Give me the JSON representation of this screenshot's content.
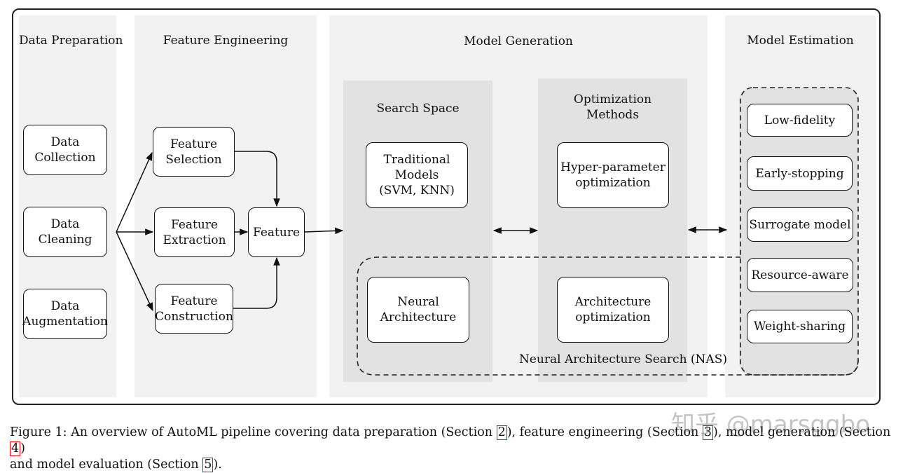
{
  "columns": {
    "data_preparation": "Data Preparation",
    "feature_engineering": "Feature Engineering",
    "model_generation": "Model Generation",
    "model_estimation": "Model Estimation"
  },
  "subpanels": {
    "search_space": "Search Space",
    "optimization_methods": "Optimization\nMethods"
  },
  "nodes": {
    "data_collection": "Data\nCollection",
    "data_cleaning": "Data Cleaning",
    "data_augmentation": "Data\nAugmentation",
    "feature_selection": "Feature\nSelection",
    "feature_extraction": "Feature\nExtraction",
    "feature_construction": "Feature\nConstruction",
    "feature": "Feature",
    "traditional_models": "Traditional\nModels\n(SVM, KNN)",
    "neural_architecture": "Neural\nArchitecture",
    "hyper_parameter_optimization": "Hyper-parameter\noptimization",
    "architecture_optimization": "Architecture\noptimization",
    "low_fidelity": "Low-fidelity",
    "early_stopping": "Early-stopping",
    "surrogate_model": "Surrogate model",
    "resource_aware": "Resource-aware",
    "weight_sharing": "Weight-sharing"
  },
  "nas_label": "Neural Architecture Search (NAS)",
  "caption": {
    "part1": "Figure 1: An overview of AutoML pipeline covering data preparation (Section ",
    "ref1": "2",
    "part2": "), feature engineering (Section ",
    "ref2": "3",
    "part3": "), model generation (Section ",
    "ref3": "4",
    "part4": ")",
    "part5": "and model evaluation (Section ",
    "ref4": "5",
    "part6": ")."
  },
  "watermark": "知乎 @marsggbo"
}
